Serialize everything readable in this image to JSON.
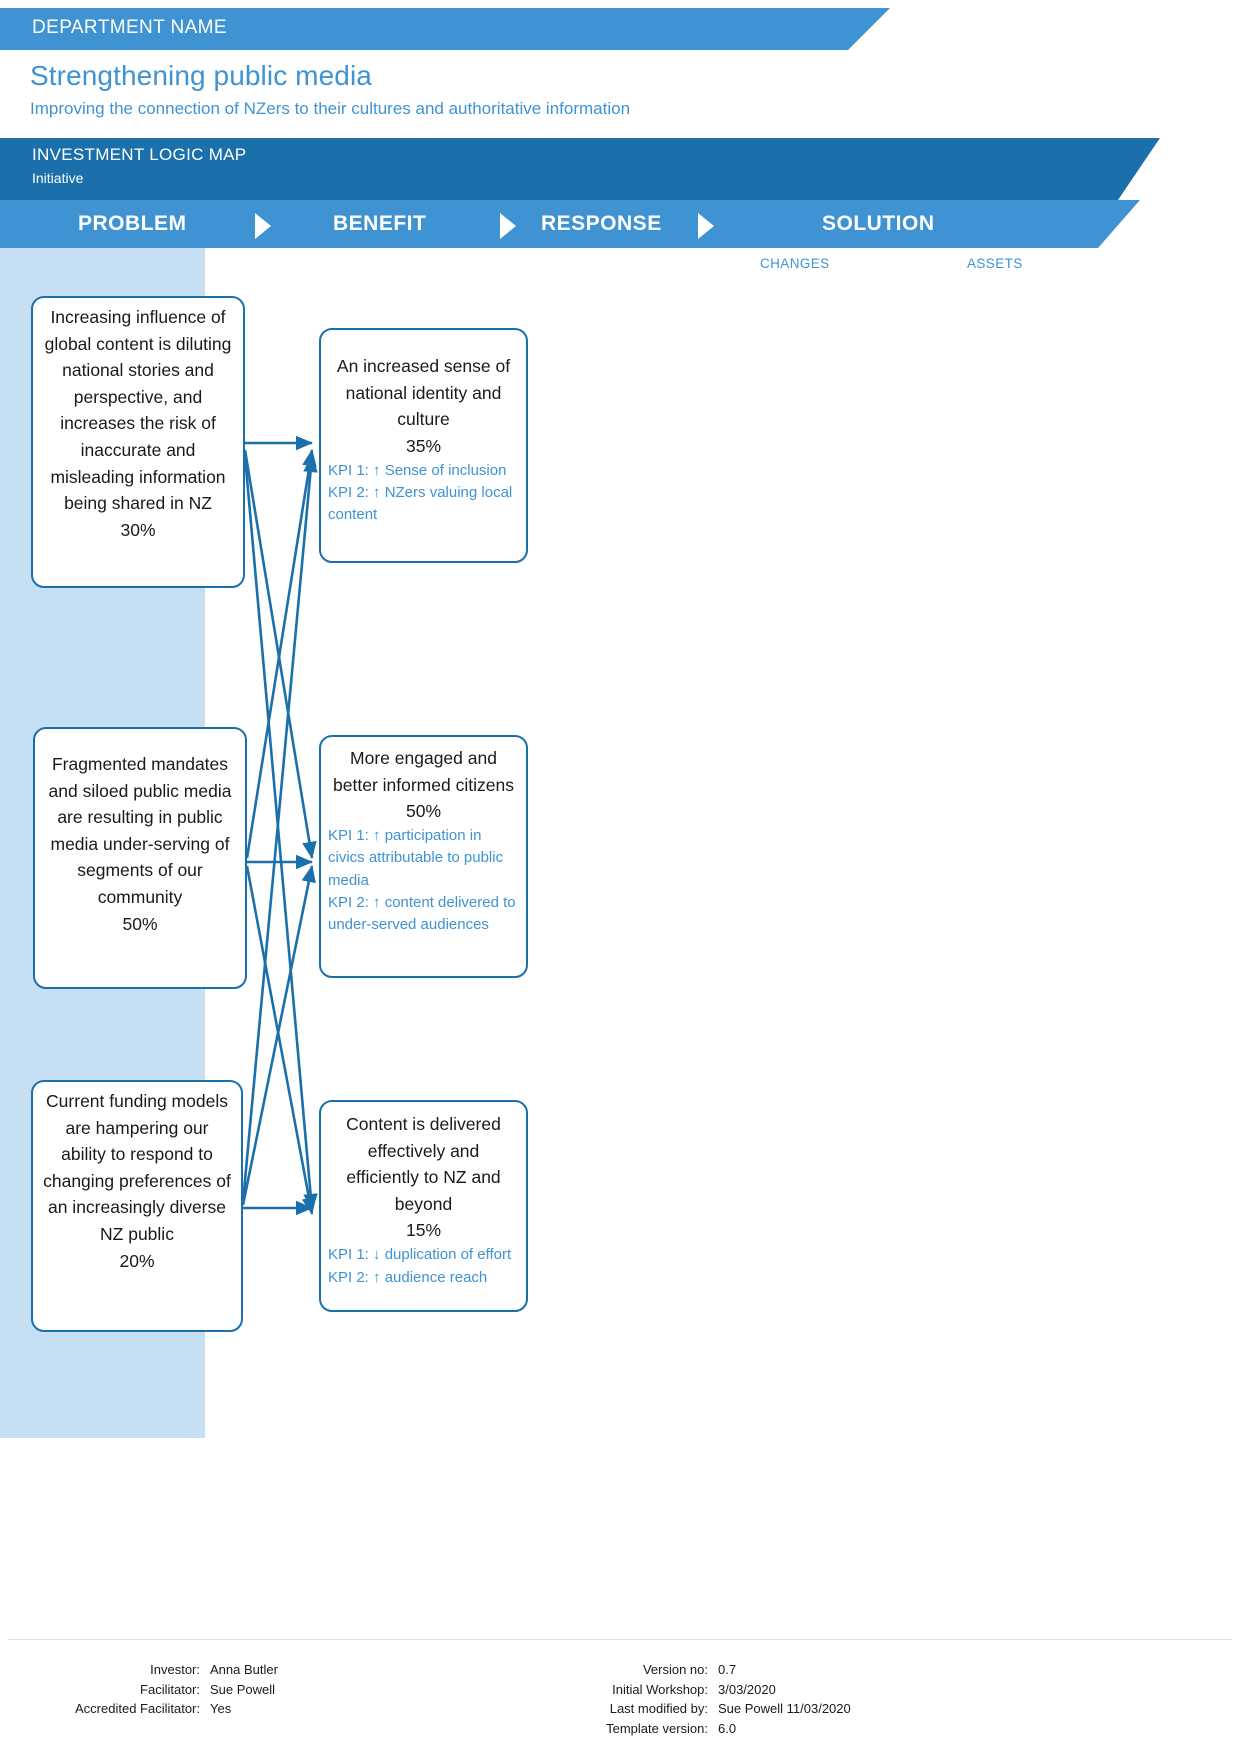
{
  "header": {
    "department_label": "DEPARTMENT NAME",
    "title": "Strengthening public media",
    "subtitle": "Improving the connection of NZers to their cultures and authoritative information",
    "document_type": "INVESTMENT LOGIC MAP",
    "document_scope": "Initiative",
    "accent_color": "#3f93d2",
    "band_color": "#1b70ab"
  },
  "stages": {
    "problem": "PROBLEM",
    "benefit": "BENEFIT",
    "response": "RESPONSE",
    "solution": "SOLUTION",
    "arrow_icon": "triangle-right-icon",
    "sub_columns": {
      "changes": "CHANGES",
      "assets": "ASSETS"
    }
  },
  "problems": [
    {
      "id": "problem-1",
      "text": "Increasing influence of global content is diluting national stories and perspective, and increases the risk of inaccurate and misleading information being shared in NZ",
      "weight": "30%"
    },
    {
      "id": "problem-2",
      "text": "Fragmented mandates and siloed public media are resulting in public media under-serving of segments of our community",
      "weight": "50%"
    },
    {
      "id": "problem-3",
      "text": "Current funding models are hampering our ability to respond to changing preferences of an increasingly diverse NZ public",
      "weight": "20%"
    }
  ],
  "benefits": [
    {
      "id": "benefit-1",
      "text": "An increased sense of national identity and culture",
      "weight": "35%",
      "kpis": [
        "KPI 1: ↑ Sense of inclusion",
        "KPI 2: ↑ NZers valuing local content"
      ]
    },
    {
      "id": "benefit-2",
      "text": "More engaged and better informed citizens",
      "weight": "50%",
      "kpis": [
        "KPI 1: ↑ participation in civics attributable to public media",
        "KPI 2: ↑ content delivered to under-served audiences"
      ]
    },
    {
      "id": "benefit-3",
      "text": "Content is delivered effectively and efficiently to NZ and beyond",
      "weight": "15%",
      "kpis": [
        "KPI 1: ↓ duplication of effort",
        "KPI 2: ↑ audience reach"
      ]
    }
  ],
  "footer": {
    "left": [
      {
        "key": "Investor:",
        "value": "Anna Butler"
      },
      {
        "key": "Facilitator:",
        "value": "Sue Powell"
      },
      {
        "key": "Accredited Facilitator:",
        "value": "Yes"
      }
    ],
    "right": [
      {
        "key": "Version no:",
        "value": "0.7"
      },
      {
        "key": "Initial Workshop:",
        "value": "3/03/2020"
      },
      {
        "key": "Last modified by:",
        "value": "Sue Powell 11/03/2020"
      },
      {
        "key": "Template version:",
        "value": "6.0"
      }
    ]
  }
}
